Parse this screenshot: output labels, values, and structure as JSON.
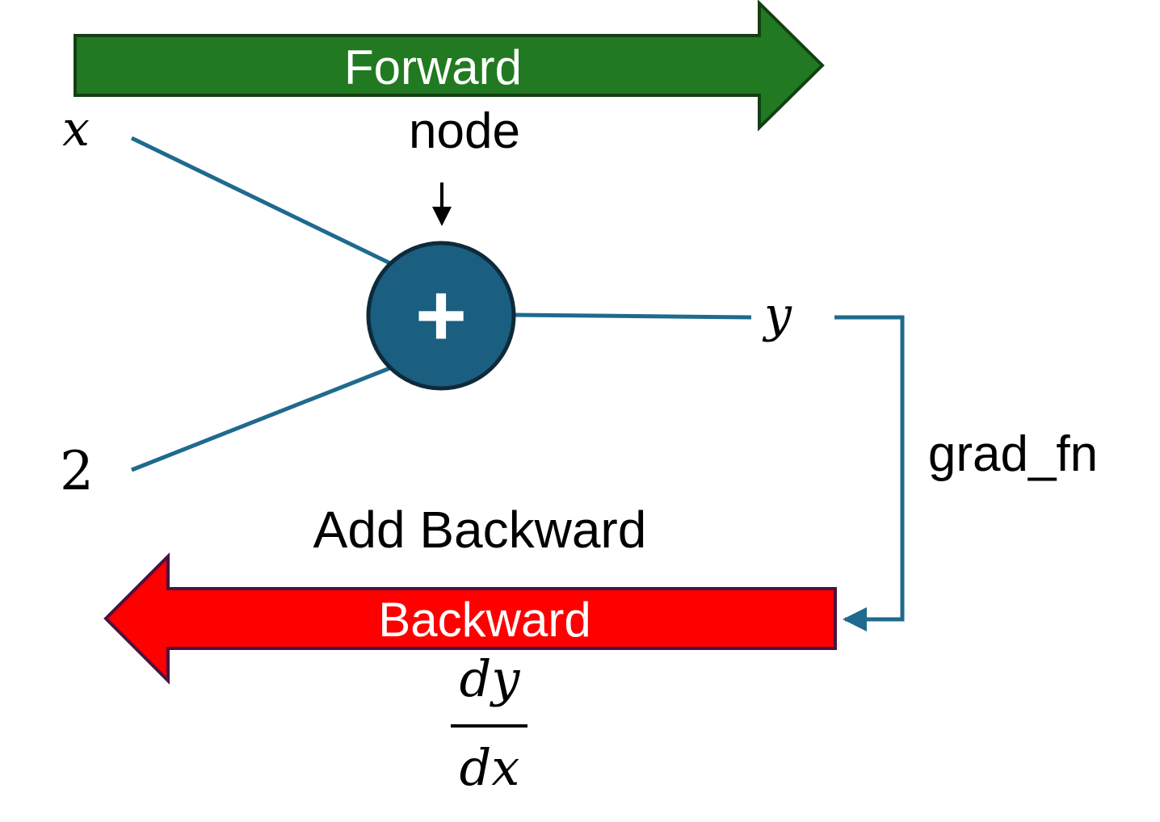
{
  "arrows": {
    "forward_label": "Forward",
    "backward_label": "Backward"
  },
  "labels": {
    "x": "x",
    "two": "2",
    "node": "node",
    "plus": "+",
    "y": "y",
    "grad_fn": "grad_fn",
    "add_backward": "Add Backward",
    "derivative_numerator": "dy",
    "derivative_denominator": "dx"
  },
  "colors": {
    "forward_fill": "#217A21",
    "forward_stroke": "#143F14",
    "backward_fill": "#FF0000",
    "backward_stroke": "#4A1440",
    "edge": "#1F6A8E",
    "node_fill": "#1A5E80",
    "node_stroke": "#0E2A3A",
    "text": "#000000",
    "arrow_text": "#ffffff"
  }
}
